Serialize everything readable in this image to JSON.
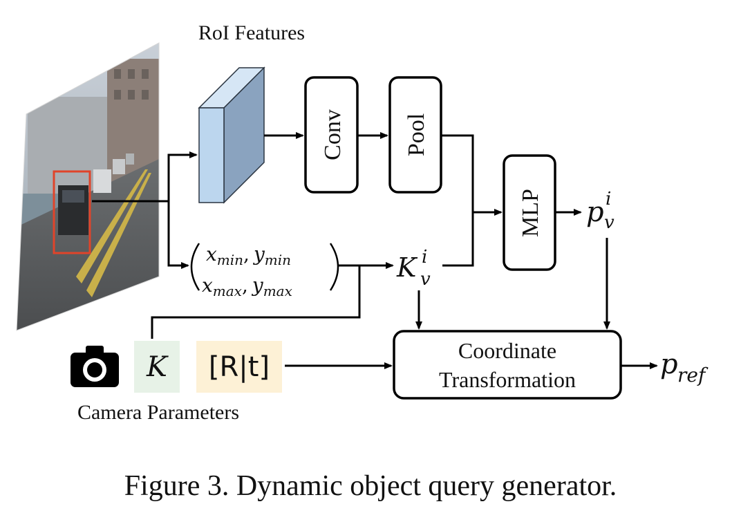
{
  "labels": {
    "roi_features": "RoI Features",
    "conv": "Conv",
    "pool": "Pool",
    "mlp": "MLP",
    "coord_line1": "Coordinate",
    "coord_line2": "Transformation",
    "camera_parameters": "Camera Parameters"
  },
  "math": {
    "x_min": "x",
    "x_min_sub": "min",
    "y_min": "y",
    "y_min_sub": "min",
    "x_max": "x",
    "x_max_sub": "max",
    "y_max": "y",
    "y_max_sub": "max",
    "k_v": "K",
    "k_v_sup": "i",
    "k_v_sub": "v",
    "p_v": "p",
    "p_v_sup": "i",
    "p_v_sub": "v",
    "p_ref": "p",
    "p_ref_sub": "ref",
    "k_cam": "K",
    "rt": "[R|t]"
  },
  "caption": "Figure 3. Dynamic object query generator.",
  "colors": {
    "roi_front": "#bcd6ee",
    "roi_top": "#d6e6f5",
    "roi_side": "#8aa3bf",
    "k_bg": "#e7f2e7",
    "rt_bg": "#fdf1d6",
    "roi_box": "#e0442a"
  },
  "icons": {
    "camera": "camera-icon",
    "scene_image": "street-scene-image"
  }
}
